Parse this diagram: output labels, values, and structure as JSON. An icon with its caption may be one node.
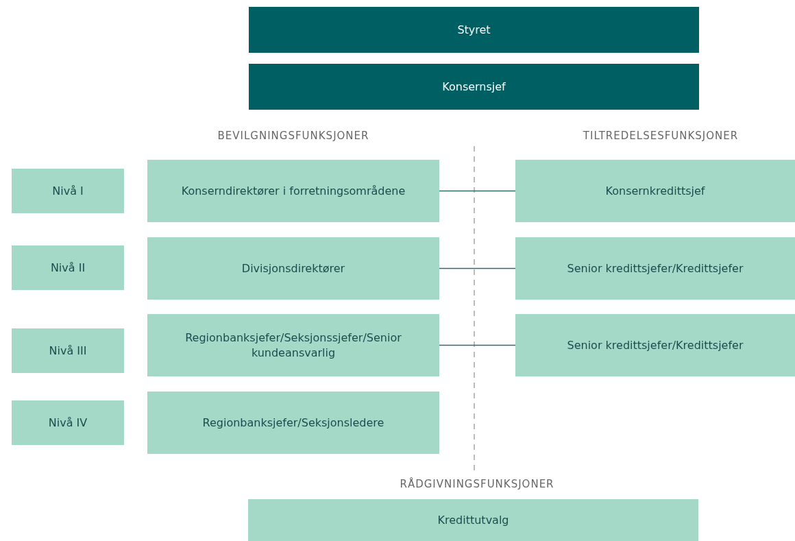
{
  "diagram": {
    "nodes": [
      {
        "text": [
          "Styret"
        ]
      },
      {
        "text": [
          "Konsernsjef"
        ]
      },
      {
        "text": [
          "Nivå I"
        ]
      },
      {
        "text": [
          "Konserndirektører i forretningsområdene"
        ]
      },
      {
        "text": [
          "Konsernkredittsjef"
        ]
      },
      {
        "text": [
          "Nivå II"
        ]
      },
      {
        "text": [
          "Divisjonsdirektører"
        ]
      },
      {
        "text": [
          "Senior kredittsjefer/Kredittsjefer"
        ]
      },
      {
        "text": [
          "Nivå III"
        ]
      },
      {
        "text": [
          "Regionbanksjefer/Seksjonssjefer/Senior kundeansvarlig"
        ]
      },
      {
        "text": [
          "Senior kredittsjefer/Kredittsjefer"
        ]
      },
      {
        "text": [
          "Nivå IV"
        ]
      },
      {
        "text": [
          "Regionbanksjefer/Seksjonsledere"
        ]
      },
      {
        "text": [
          "Kredittutvalg"
        ]
      }
    ],
    "edges": [
      {
        "from": 3,
        "to": 4,
        "arrow": "none"
      },
      {
        "from": 6,
        "to": 7,
        "arrow": "none"
      },
      {
        "from": 9,
        "to": 10,
        "arrow": "none"
      }
    ],
    "labels": [
      "BEVILGNINGSFUNKSJONER",
      "TILTREDELSESFUNKSJONER",
      "RÅDGIVNINGSFUNKSJONER"
    ]
  }
}
